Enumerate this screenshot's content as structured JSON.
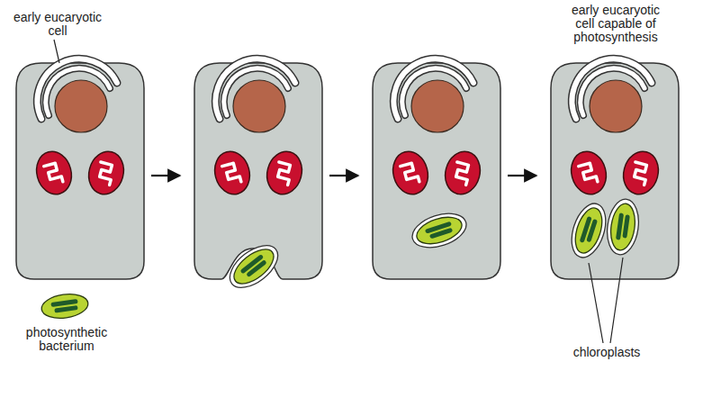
{
  "diagram": {
    "labels": [
      "early eucaryotic cell",
      "photosynthetic bacterium",
      "early eucaryotic cell capable of photosynthesis",
      "chloroplasts"
    ]
  }
}
